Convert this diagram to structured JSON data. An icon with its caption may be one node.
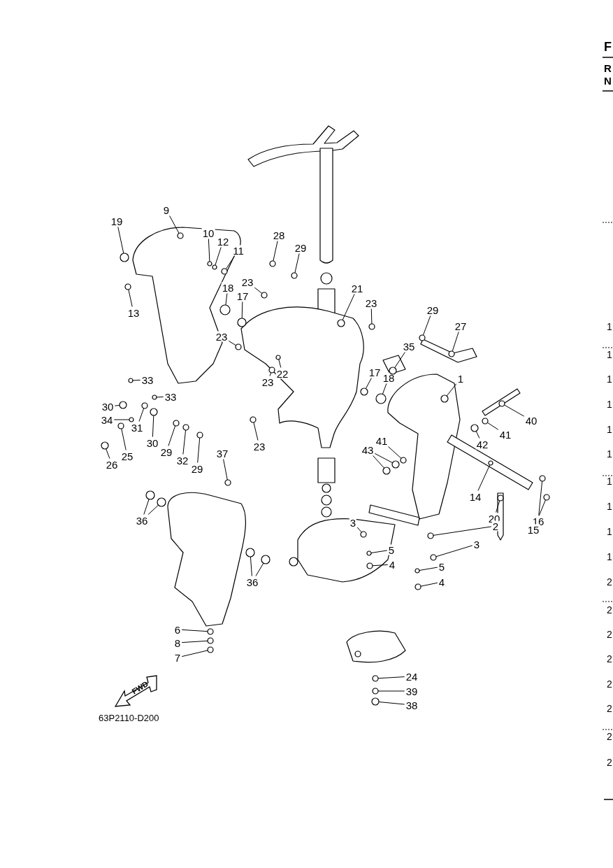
{
  "diagram": {
    "nodes": [
      {
        "text": [
          "19"
        ]
      },
      {
        "text": [
          "9"
        ]
      },
      {
        "text": [
          "10"
        ]
      },
      {
        "text": [
          "12"
        ]
      },
      {
        "text": [
          "11"
        ]
      },
      {
        "text": [
          "13"
        ]
      },
      {
        "text": [
          "28"
        ]
      },
      {
        "text": [
          "29"
        ]
      },
      {
        "text": [
          "23"
        ]
      },
      {
        "text": [
          "18"
        ]
      },
      {
        "text": [
          "17"
        ]
      },
      {
        "text": [
          "21"
        ]
      },
      {
        "text": [
          "23"
        ]
      },
      {
        "text": [
          "23"
        ]
      },
      {
        "text": [
          "29"
        ]
      },
      {
        "text": [
          "27"
        ]
      },
      {
        "text": [
          "35"
        ]
      },
      {
        "text": [
          "17"
        ]
      },
      {
        "text": [
          "18"
        ]
      },
      {
        "text": [
          "1"
        ]
      },
      {
        "text": [
          "33"
        ]
      },
      {
        "text": [
          "33"
        ]
      },
      {
        "text": [
          "30"
        ]
      },
      {
        "text": [
          "31"
        ]
      },
      {
        "text": [
          "30"
        ]
      },
      {
        "text": [
          "34"
        ]
      },
      {
        "text": [
          "40"
        ]
      },
      {
        "text": [
          "41"
        ]
      },
      {
        "text": [
          "42"
        ]
      },
      {
        "text": [
          "41"
        ]
      },
      {
        "text": [
          "43"
        ]
      },
      {
        "text": [
          "26"
        ]
      },
      {
        "text": [
          "25"
        ]
      },
      {
        "text": [
          "29"
        ]
      },
      {
        "text": [
          "32"
        ]
      },
      {
        "text": [
          "29"
        ]
      },
      {
        "text": [
          "37"
        ]
      },
      {
        "text": [
          "23"
        ]
      },
      {
        "text": [
          "22"
        ]
      },
      {
        "text": [
          "23"
        ]
      },
      {
        "text": [
          "36"
        ]
      },
      {
        "text": [
          "36"
        ]
      },
      {
        "text": [
          "14"
        ]
      },
      {
        "text": [
          "20"
        ]
      },
      {
        "text": [
          "16"
        ]
      },
      {
        "text": [
          "15"
        ]
      },
      {
        "text": [
          "3"
        ]
      },
      {
        "text": [
          "2"
        ]
      },
      {
        "text": [
          "3"
        ]
      },
      {
        "text": [
          "5"
        ]
      },
      {
        "text": [
          "4"
        ]
      },
      {
        "text": [
          "5"
        ]
      },
      {
        "text": [
          "4"
        ]
      },
      {
        "text": [
          "6"
        ]
      },
      {
        "text": [
          "8"
        ]
      },
      {
        "text": [
          "7"
        ]
      },
      {
        "text": [
          "24"
        ]
      },
      {
        "text": [
          "39"
        ]
      },
      {
        "text": [
          "38"
        ]
      },
      {
        "text": [],
        "shape": "circle"
      },
      {
        "text": [],
        "shape": "circle"
      },
      {
        "text": [],
        "shape": "circle"
      },
      {
        "text": [],
        "shape": "circle"
      },
      {
        "text": [],
        "shape": "circle"
      },
      {
        "text": [],
        "shape": "circle"
      },
      {
        "text": [],
        "shape": "circle"
      },
      {
        "text": [],
        "shape": "circle"
      },
      {
        "text": [],
        "shape": "circle"
      },
      {
        "text": [],
        "shape": "circle"
      },
      {
        "text": [],
        "shape": "circle"
      },
      {
        "text": [],
        "shape": "circle"
      },
      {
        "text": [],
        "shape": "circle"
      },
      {
        "text": [],
        "shape": "circle"
      },
      {
        "text": [],
        "shape": "circle"
      },
      {
        "text": [],
        "shape": "circle"
      },
      {
        "text": [],
        "shape": "circle"
      },
      {
        "text": [],
        "shape": "circle"
      },
      {
        "text": [],
        "shape": "circle"
      },
      {
        "text": [],
        "shape": "circle"
      },
      {
        "text": [],
        "shape": "circle"
      },
      {
        "text": [],
        "shape": "circle"
      },
      {
        "text": [],
        "shape": "circle"
      },
      {
        "text": [],
        "shape": "circle"
      },
      {
        "text": [],
        "shape": "circle"
      },
      {
        "text": [],
        "shape": "circle"
      },
      {
        "text": [],
        "shape": "circle"
      },
      {
        "text": [],
        "shape": "circle"
      },
      {
        "text": [],
        "shape": "circle"
      },
      {
        "text": [],
        "shape": "circle"
      },
      {
        "text": [],
        "shape": "circle"
      },
      {
        "text": [],
        "shape": "circle"
      },
      {
        "text": [],
        "shape": "circle"
      },
      {
        "text": [],
        "shape": "circle"
      },
      {
        "text": [],
        "shape": "circle"
      },
      {
        "text": [],
        "shape": "circle"
      },
      {
        "text": [],
        "shape": "circle"
      },
      {
        "text": [],
        "shape": "circle"
      },
      {
        "text": [],
        "shape": "circle"
      },
      {
        "text": [],
        "shape": "circle"
      },
      {
        "text": [],
        "shape": "circle"
      },
      {
        "text": [],
        "shape": "circle"
      },
      {
        "text": [],
        "shape": "circle"
      },
      {
        "text": [],
        "shape": "circle"
      },
      {
        "text": [],
        "shape": "circle"
      },
      {
        "text": [],
        "shape": "circle"
      },
      {
        "text": [],
        "shape": "circle"
      },
      {
        "text": [],
        "shape": "circle"
      },
      {
        "text": [],
        "shape": "circle"
      },
      {
        "text": [],
        "shape": "circle"
      },
      {
        "text": [],
        "shape": "circle"
      },
      {
        "text": [],
        "shape": "circle"
      },
      {
        "text": [],
        "shape": "circle"
      },
      {
        "text": [],
        "shape": "circle"
      },
      {
        "text": [],
        "shape": "circle"
      },
      {
        "text": [],
        "shape": "circle"
      },
      {
        "text": [],
        "shape": "circle"
      },
      {
        "text": [],
        "shape": "circle"
      },
      {
        "text": [],
        "shape": "circle"
      },
      {
        "text": [],
        "shape": "circle"
      },
      {
        "text": [],
        "shape": "circle"
      },
      {
        "text": [],
        "shape": "circle"
      }
    ],
    "edges": [
      {
        "from": 0,
        "to": 59,
        "arrow": "none"
      },
      {
        "from": 1,
        "to": 60,
        "arrow": "none"
      },
      {
        "from": 2,
        "to": 61,
        "arrow": "none"
      },
      {
        "from": 3,
        "to": 62,
        "arrow": "none"
      },
      {
        "from": 4,
        "to": 63,
        "arrow": "none"
      },
      {
        "from": 5,
        "to": 64,
        "arrow": "none"
      },
      {
        "from": 6,
        "to": 65,
        "arrow": "none"
      },
      {
        "from": 7,
        "to": 66,
        "arrow": "none"
      },
      {
        "from": 8,
        "to": 67,
        "arrow": "none"
      },
      {
        "from": 9,
        "to": 68,
        "arrow": "none"
      },
      {
        "from": 10,
        "to": 69,
        "arrow": "none"
      },
      {
        "from": 11,
        "to": 70,
        "arrow": "none"
      },
      {
        "from": 12,
        "to": 71,
        "arrow": "none"
      },
      {
        "from": 13,
        "to": 72,
        "arrow": "none"
      },
      {
        "from": 14,
        "to": 73,
        "arrow": "none"
      },
      {
        "from": 15,
        "to": 74,
        "arrow": "none"
      },
      {
        "from": 16,
        "to": 75,
        "arrow": "none"
      },
      {
        "from": 17,
        "to": 76,
        "arrow": "none"
      },
      {
        "from": 18,
        "to": 77,
        "arrow": "none"
      },
      {
        "from": 19,
        "to": 78,
        "arrow": "none"
      },
      {
        "from": 20,
        "to": 79,
        "arrow": "none"
      },
      {
        "from": 21,
        "to": 80,
        "arrow": "none"
      },
      {
        "from": 22,
        "to": 81,
        "arrow": "none"
      },
      {
        "from": 23,
        "to": 82,
        "arrow": "none"
      },
      {
        "from": 24,
        "to": 83,
        "arrow": "none"
      },
      {
        "from": 25,
        "to": 84,
        "arrow": "none"
      },
      {
        "from": 26,
        "to": 85,
        "arrow": "none"
      },
      {
        "from": 27,
        "to": 86,
        "arrow": "none"
      },
      {
        "from": 28,
        "to": 87,
        "arrow": "none"
      },
      {
        "from": 29,
        "to": 88,
        "arrow": "none"
      },
      {
        "from": 30,
        "to": 89,
        "arrow": "none"
      },
      {
        "from": 30,
        "to": 90,
        "arrow": "none"
      },
      {
        "from": 31,
        "to": 91,
        "arrow": "none"
      },
      {
        "from": 32,
        "to": 92,
        "arrow": "none"
      },
      {
        "from": 33,
        "to": 93,
        "arrow": "none"
      },
      {
        "from": 34,
        "to": 94,
        "arrow": "none"
      },
      {
        "from": 35,
        "to": 95,
        "arrow": "none"
      },
      {
        "from": 36,
        "to": 96,
        "arrow": "none"
      },
      {
        "from": 37,
        "to": 97,
        "arrow": "none"
      },
      {
        "from": 38,
        "to": 98,
        "arrow": "none"
      },
      {
        "from": 39,
        "to": 99,
        "arrow": "none"
      },
      {
        "from": 40,
        "to": 100,
        "arrow": "none"
      },
      {
        "from": 40,
        "to": 101,
        "arrow": "none"
      },
      {
        "from": 41,
        "to": 102,
        "arrow": "none"
      },
      {
        "from": 41,
        "to": 103,
        "arrow": "none"
      },
      {
        "from": 42,
        "to": 104,
        "arrow": "none"
      },
      {
        "from": 43,
        "to": 105,
        "arrow": "none"
      },
      {
        "from": 44,
        "to": 106,
        "arrow": "none"
      },
      {
        "from": 45,
        "to": 107,
        "arrow": "none"
      },
      {
        "from": 46,
        "to": 108,
        "arrow": "none"
      },
      {
        "from": 47,
        "to": 109,
        "arrow": "none"
      },
      {
        "from": 48,
        "to": 110,
        "arrow": "none"
      },
      {
        "from": 49,
        "to": 111,
        "arrow": "none"
      },
      {
        "from": 50,
        "to": 112,
        "arrow": "none"
      },
      {
        "from": 51,
        "to": 113,
        "arrow": "none"
      },
      {
        "from": 52,
        "to": 114,
        "arrow": "none"
      },
      {
        "from": 53,
        "to": 115,
        "arrow": "none"
      },
      {
        "from": 54,
        "to": 116,
        "arrow": "none"
      },
      {
        "from": 55,
        "to": 117,
        "arrow": "none"
      },
      {
        "from": 56,
        "to": 118,
        "arrow": "none"
      },
      {
        "from": 57,
        "to": 119,
        "arrow": "none"
      },
      {
        "from": 58,
        "to": 120,
        "arrow": "none"
      }
    ],
    "labels": [
      "F",
      "R",
      "N",
      "1",
      "1",
      "1",
      "1",
      "1",
      "1",
      "1",
      "1",
      "1",
      "1",
      "2",
      "2",
      "2",
      "2",
      "2",
      "2",
      "2",
      "2",
      "FWD",
      "63P2110-D200"
    ]
  }
}
